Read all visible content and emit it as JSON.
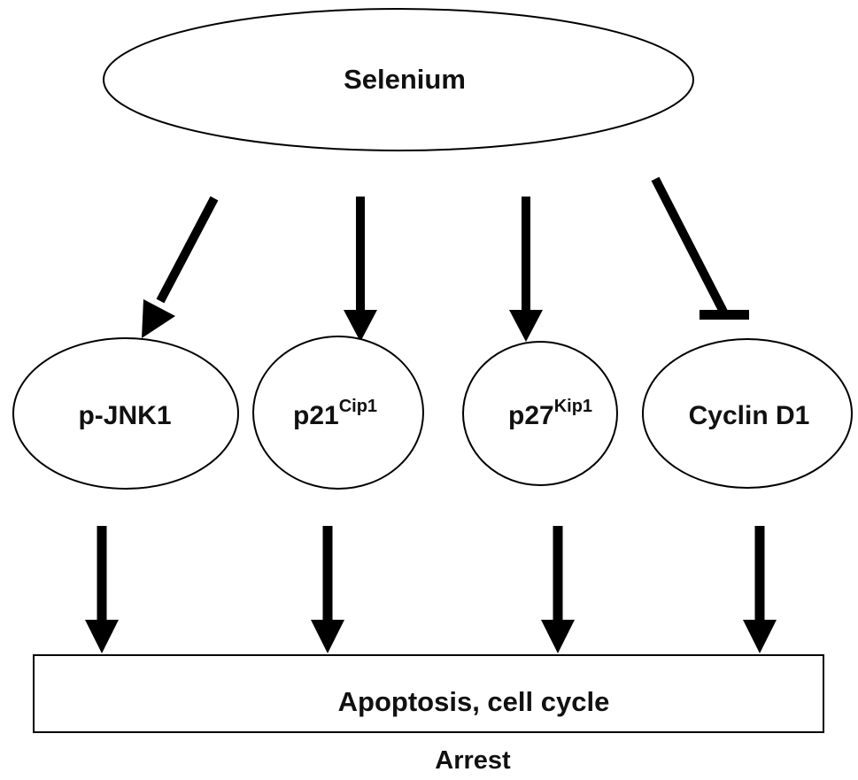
{
  "diagram": {
    "root": {
      "label": "Selenium"
    },
    "targets": [
      {
        "label": "p-JNK1",
        "sup": "",
        "effect": "activates"
      },
      {
        "label": "p21",
        "sup": "Cip1",
        "effect": "activates"
      },
      {
        "label": "p27",
        "sup": "Kip1",
        "effect": "activates"
      },
      {
        "label": "Cyclin D1",
        "sup": "",
        "effect": "inhibits"
      }
    ],
    "outcome": {
      "box_label": "Apoptosis, cell cycle",
      "below_label": "Arrest"
    },
    "colors": {
      "stroke": "#000000",
      "fill": "#ffffff",
      "text": "#111111"
    }
  }
}
